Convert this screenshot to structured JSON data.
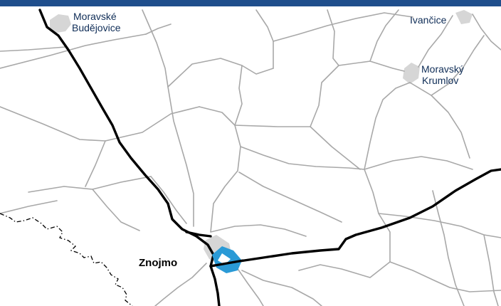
{
  "map": {
    "colors": {
      "header_bar": "#1f4e8c",
      "minor_road": "#a8a8a8",
      "major_road": "#000000",
      "border": "#000000",
      "town_area": "#d6d6d6",
      "highlight": "#2a9ad6",
      "label_text": "#0f2d57"
    }
  },
  "towns": {
    "moravske_budejovice": {
      "line1": "Moravské",
      "line2": "Budějovice"
    },
    "ivancice": {
      "name": "Ivančice"
    },
    "moravsky_krumlov": {
      "line1": "Moravský",
      "line2": "Krumlov"
    },
    "znojmo": {
      "name": "Znojmo"
    }
  }
}
